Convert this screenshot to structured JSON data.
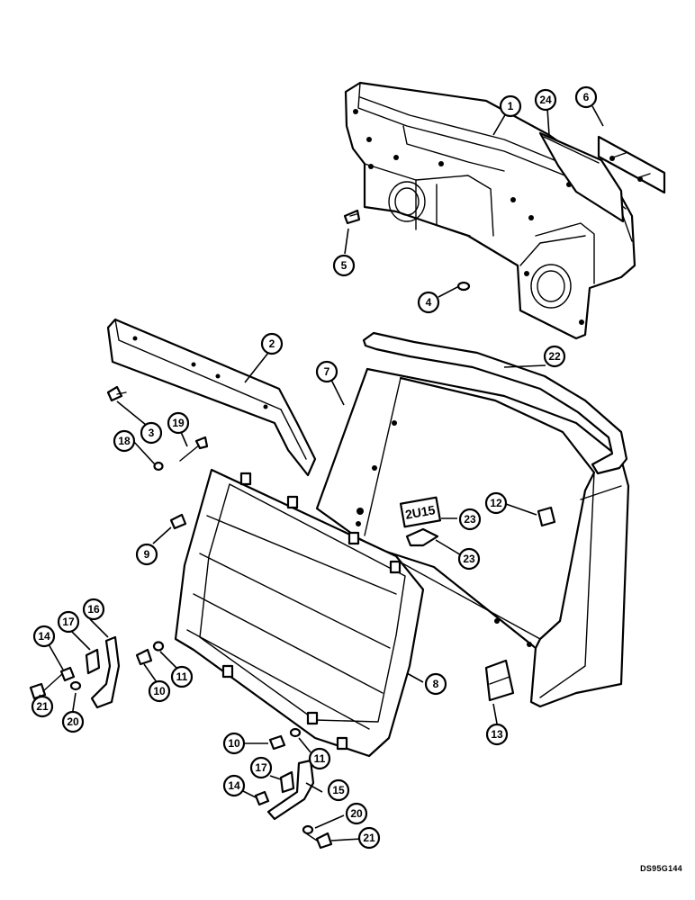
{
  "drawing_code": "DS95G144",
  "decal_text": "2U15",
  "callouts": {
    "c1": "1",
    "c2": "2",
    "c3": "3",
    "c4": "4",
    "c5": "5",
    "c6": "6",
    "c7": "7",
    "c8": "8",
    "c9": "9",
    "c10a": "10",
    "c10b": "10",
    "c11a": "11",
    "c11b": "11",
    "c12": "12",
    "c13": "13",
    "c14a": "14",
    "c14b": "14",
    "c15": "15",
    "c16": "16",
    "c17a": "17",
    "c17b": "17",
    "c18": "18",
    "c19": "19",
    "c20a": "20",
    "c20b": "20",
    "c21a": "21",
    "c21b": "21",
    "c22": "22",
    "c23a": "23",
    "c23b": "23",
    "c24": "24"
  }
}
